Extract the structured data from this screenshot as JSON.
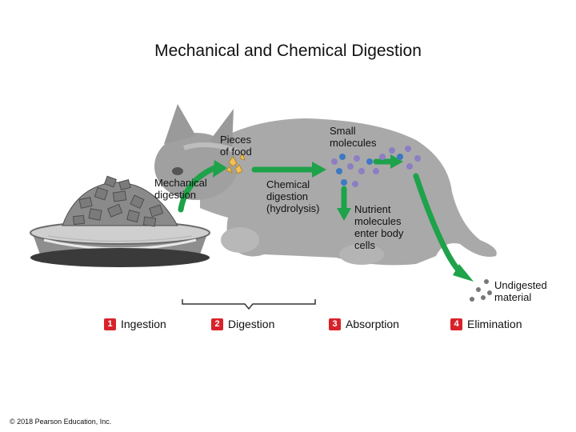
{
  "title": "Mechanical and Chemical Digestion",
  "labels": {
    "pieces": "Pieces\nof food",
    "small": "Small\nmolecules",
    "mechanical": "Mechanical\ndigestion",
    "chemical": "Chemical\ndigestion\n(hydrolysis)",
    "nutrient": "Nutrient\nmolecules\nenter body\ncells",
    "undigested": "Undigested\nmaterial"
  },
  "steps": [
    {
      "num": "1",
      "label": "Ingestion"
    },
    {
      "num": "2",
      "label": "Digestion"
    },
    {
      "num": "3",
      "label": "Absorption"
    },
    {
      "num": "4",
      "label": "Elimination"
    }
  ],
  "copyright": "© 2018 Pearson Education, Inc.",
  "colors": {
    "arrow": "#1ea24a",
    "badge": "#d8222a",
    "molecule_purple": "#8d7ec4",
    "molecule_blue": "#3d79c2"
  }
}
